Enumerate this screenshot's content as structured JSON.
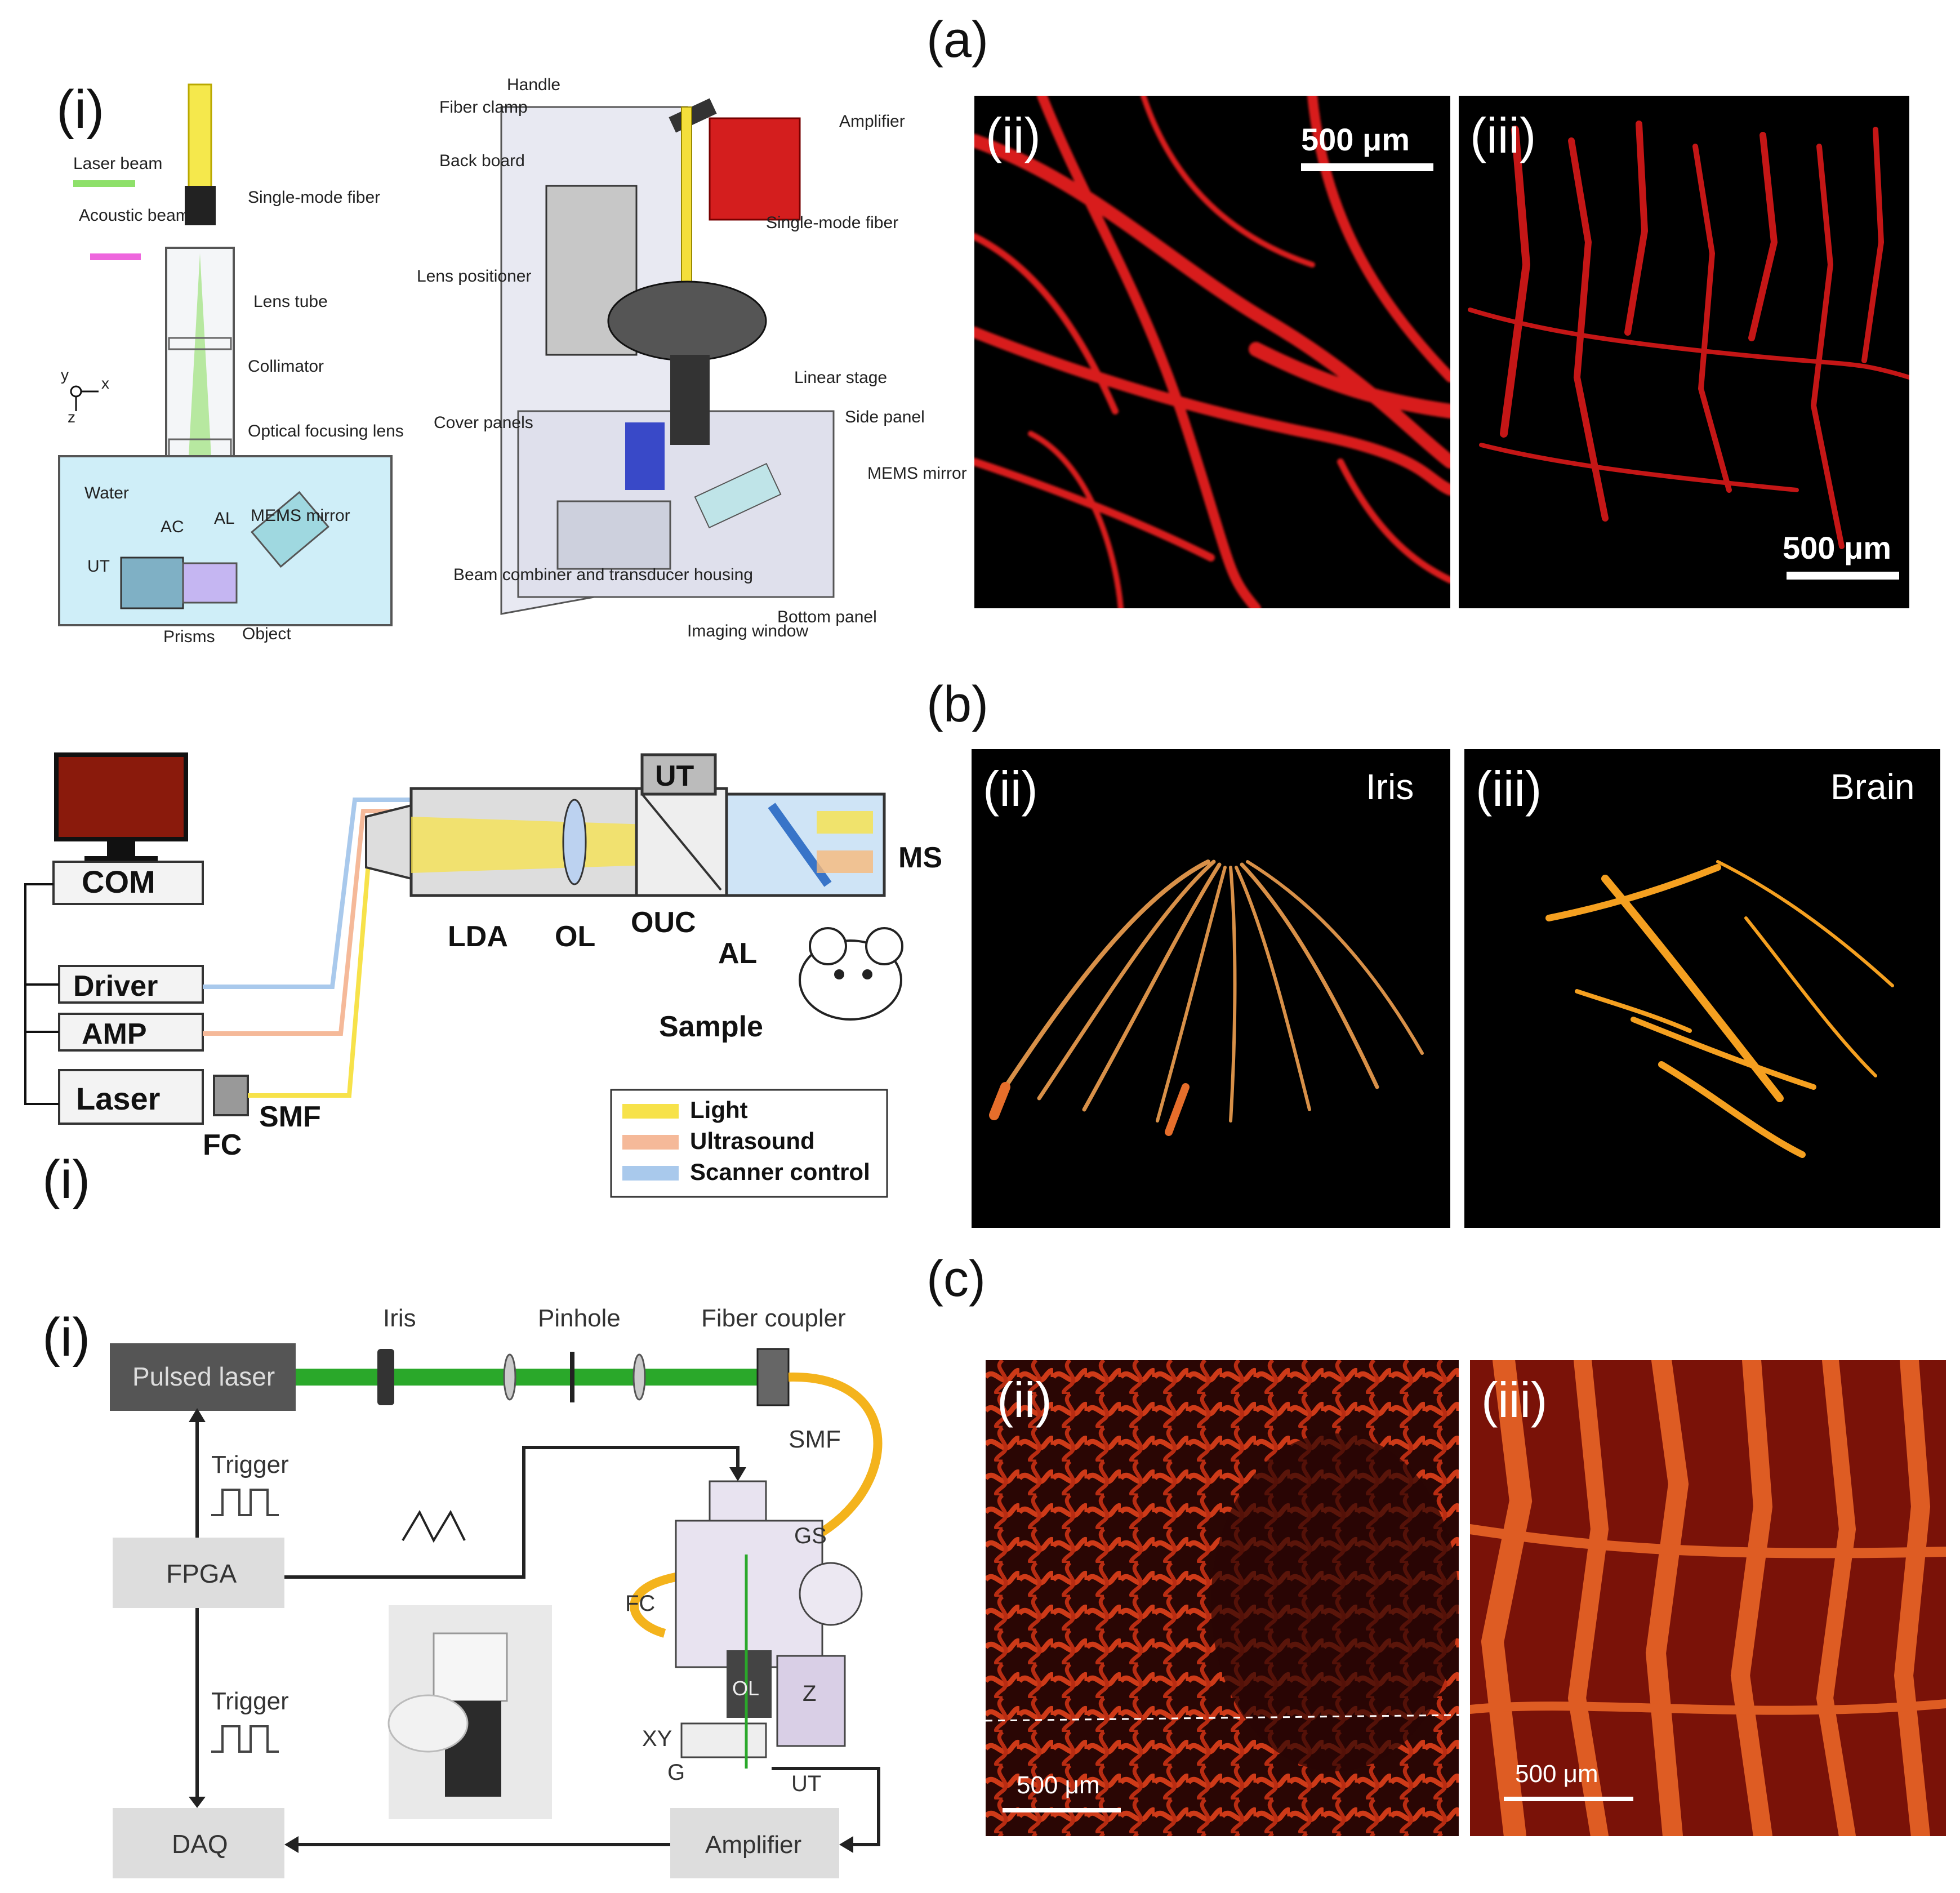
{
  "panels": {
    "a": {
      "letter": "(a)",
      "diagram_numeral": "(i)",
      "legend_laser": "Laser beam",
      "legend_acoustic": "Acoustic beam",
      "axis_y": "y",
      "axis_x": "x",
      "axis_z": "z",
      "labels_left": {
        "single_mode_fiber": "Single-mode fiber",
        "lens_tube": "Lens tube",
        "collimator": "Collimator",
        "optical_focusing_lens": "Optical focusing lens",
        "water": "Water",
        "ac": "AC",
        "al": "AL",
        "mems_mirror": "MEMS mirror",
        "ut": "UT",
        "prisms": "Prisms",
        "object": "Object"
      },
      "labels_3d": {
        "handle": "Handle",
        "fiber_clamp": "Fiber clamp",
        "back_board": "Back board",
        "amplifier": "Amplifier",
        "single_mode_fiber": "Single-mode fiber",
        "lens_positioner": "Lens positioner",
        "linear_stage": "Linear stage",
        "side_panel": "Side panel",
        "cover_panels": "Cover panels",
        "mems_mirror": "MEMS mirror",
        "beam_combiner": "Beam combiner and transducer housing",
        "imaging_window": "Imaging window",
        "bottom_panel": "Bottom panel"
      },
      "image_ii": {
        "label": "(ii)",
        "scale": "500 μm"
      },
      "image_iii": {
        "label": "(iii)",
        "scale": "500 μm"
      }
    },
    "b": {
      "letter": "(b)",
      "diagram_numeral": "(i)",
      "blocks": {
        "com": "COM",
        "driver": "Driver",
        "amp": "AMP",
        "laser": "Laser"
      },
      "fc": "FC",
      "smf": "SMF",
      "ut": "UT",
      "ms": "MS",
      "lda": "LDA",
      "ol": "OL",
      "ouc": "OUC",
      "al": "AL",
      "sample": "Sample",
      "legend": {
        "light": "Light",
        "ultrasound": "Ultrasound",
        "scanner_control": "Scanner control"
      },
      "colors": {
        "light": "#f7e24a",
        "ultrasound": "#f5b999",
        "scanner": "#a9c9ec"
      },
      "image_ii": {
        "label": "(ii)",
        "tag": "Iris"
      },
      "image_iii": {
        "label": "(iii)",
        "tag": "Brain"
      }
    },
    "c": {
      "letter": "(c)",
      "diagram_numeral": "(i)",
      "pulsed_laser": "Pulsed laser",
      "iris": "Iris",
      "pinhole": "Pinhole",
      "fiber_coupler": "Fiber coupler",
      "smf": "SMF",
      "trigger_top": "Trigger",
      "trigger_bottom": "Trigger",
      "fpga": "FPGA",
      "daq": "DAQ",
      "amplifier": "Amplifier",
      "gs": "GS",
      "fc": "FC",
      "z": "Z",
      "ol": "OL",
      "xy": "XY",
      "g": "G",
      "ut": "UT",
      "image_ii": {
        "label": "(ii)",
        "scale": "500 μm"
      },
      "image_iii": {
        "label": "(iii)",
        "scale": "500 μm"
      }
    }
  }
}
